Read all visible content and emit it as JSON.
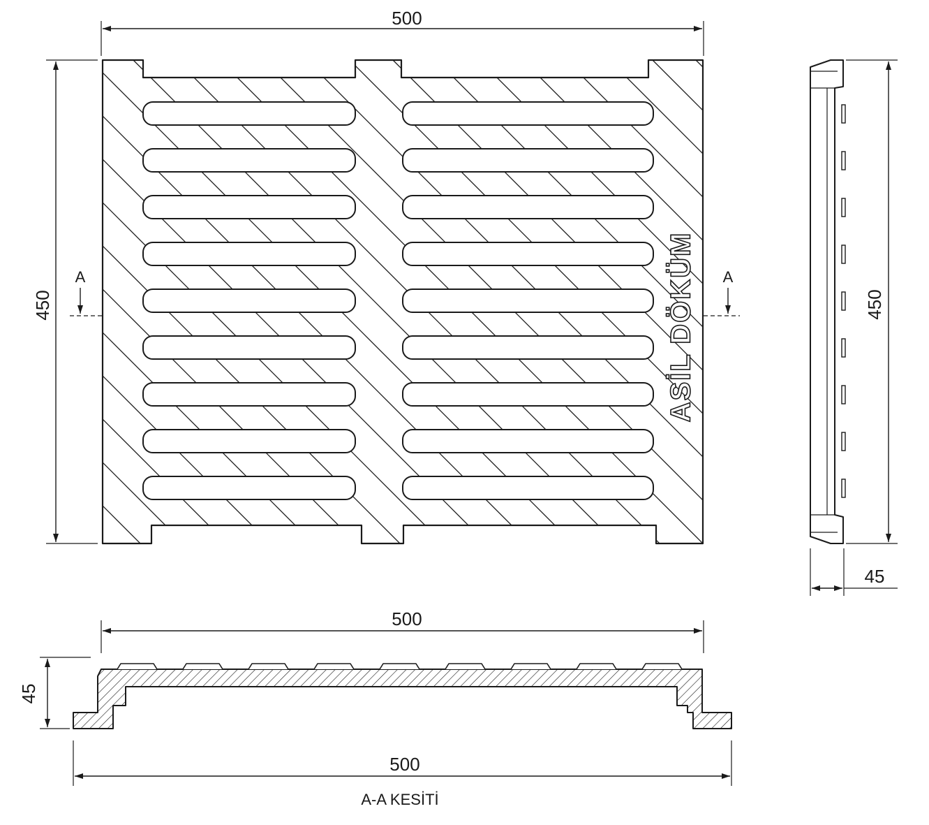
{
  "top_view": {
    "width_label": "500",
    "height_label": "450",
    "section_mark_left": "A",
    "section_mark_right": "A",
    "brand_text": "ASİL DÖKÜM"
  },
  "side_view": {
    "height_label": "450",
    "thickness_label": "45"
  },
  "section_view": {
    "top_width_label": "500",
    "height_label": "45",
    "bottom_width_label": "500",
    "title": "A-A  KESİTİ"
  },
  "colors": {
    "line": "#1a1a1a",
    "background": "#ffffff"
  }
}
